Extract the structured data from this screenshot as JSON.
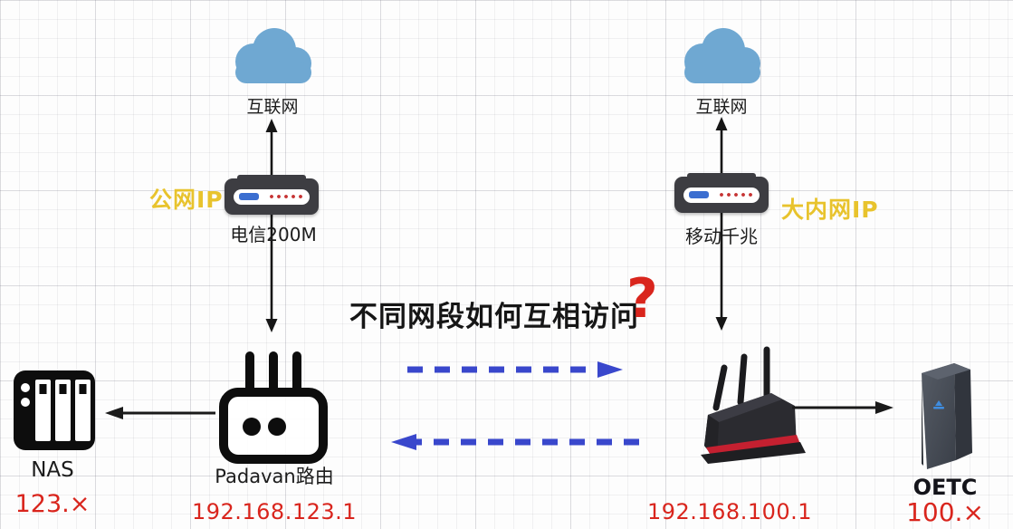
{
  "diagram_title": {
    "question_text": "不同网段如何互相访问",
    "question_mark": "?"
  },
  "left_network": {
    "cloud_label": "互联网",
    "modem_label": "电信200M",
    "wan_type_label": "公网IP",
    "router_label": "Padavan路由",
    "router_ip": "192.168.123.1",
    "nas_label": "NAS",
    "nas_subnet": "123.×"
  },
  "right_network": {
    "cloud_label": "互联网",
    "modem_label": "移动千兆",
    "wan_type_label": "大内网IP",
    "router_ip": "192.168.100.1",
    "device_label": "OETC",
    "device_subnet": "100.×"
  },
  "colors": {
    "cloud_blue": "#6fa8d2",
    "accent_yellow": "#e8c32d",
    "ip_red": "#d9251d",
    "dashed_arrow_blue": "#3947cc",
    "modem_dark": "#3d3d42"
  }
}
